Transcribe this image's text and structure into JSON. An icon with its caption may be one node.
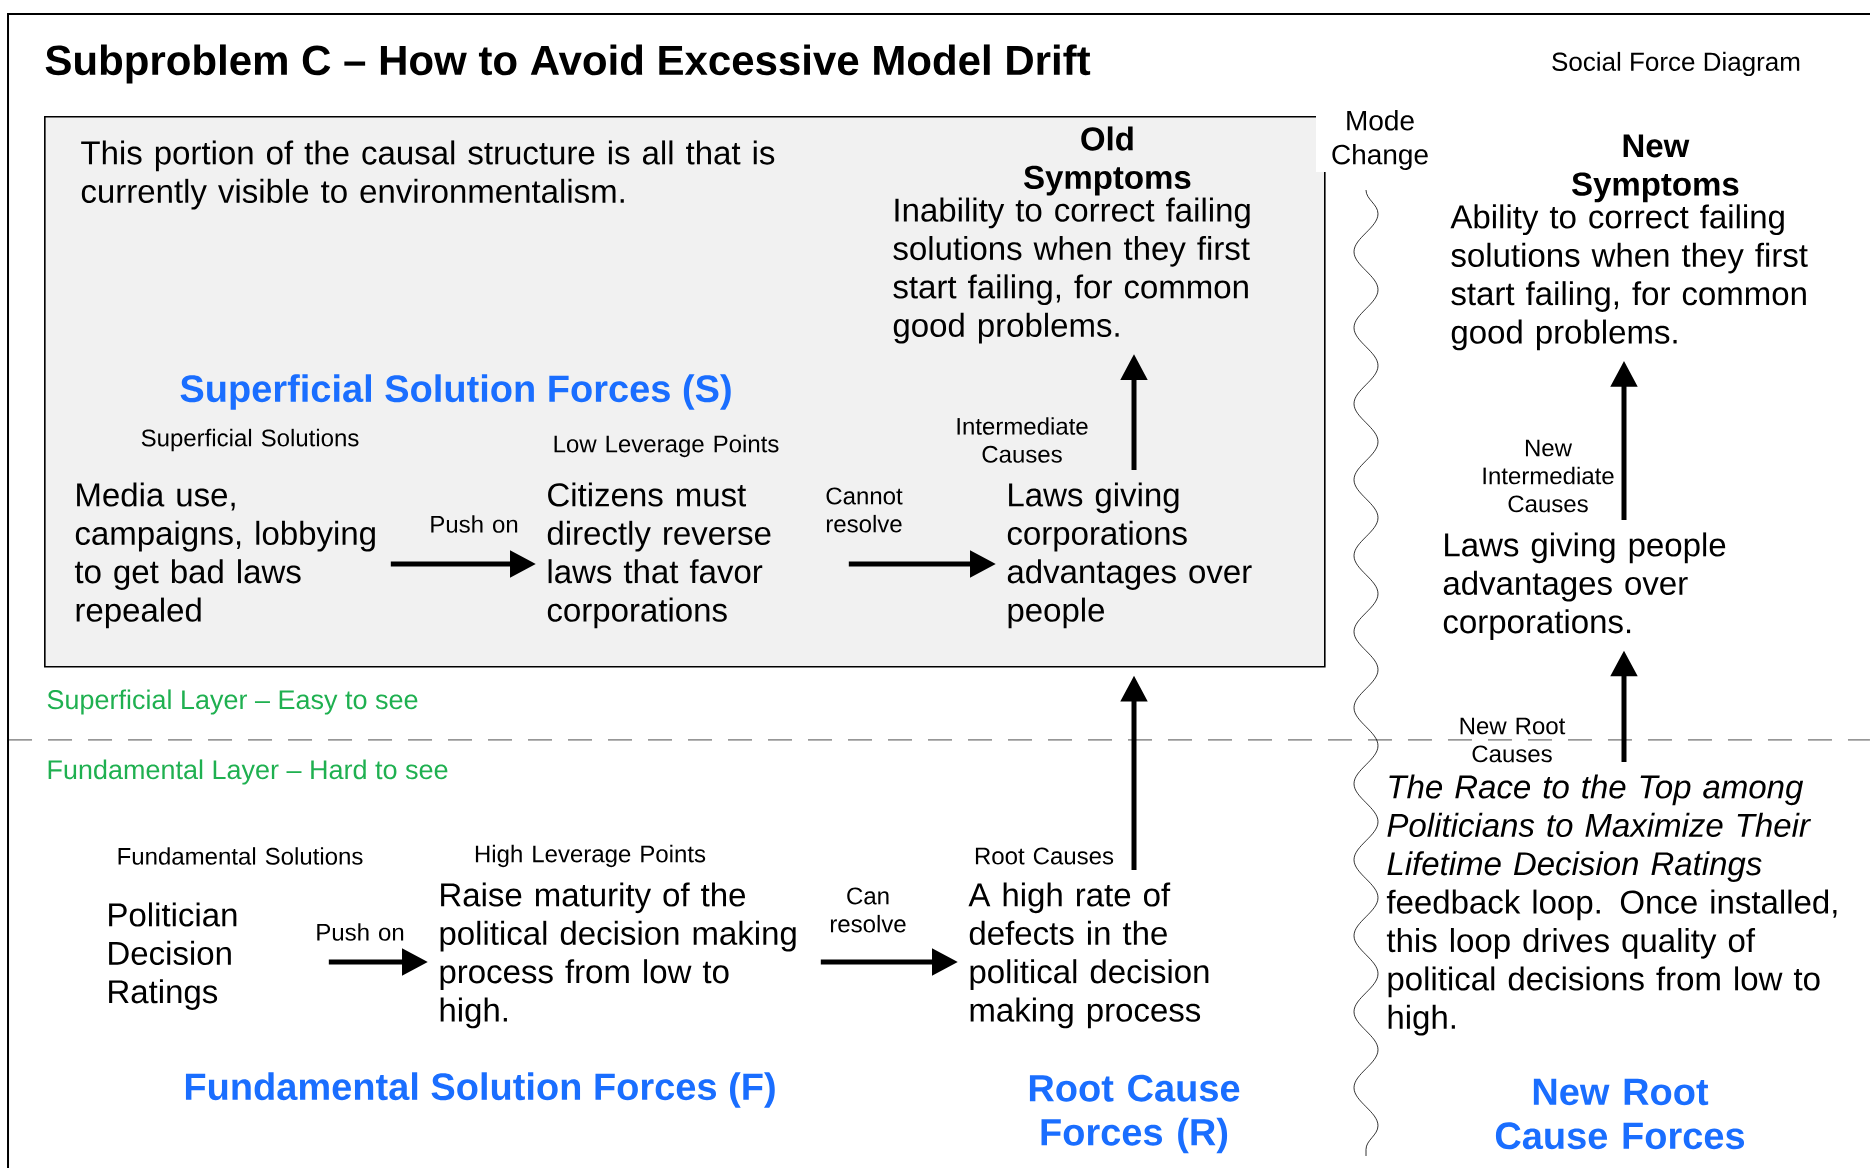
{
  "diagram": {
    "title": "Subproblem C – How to Avoid Excessive Model Drift",
    "nodes": [
      {
        "text": [
          "This portion of the causal structure is all that is currently visible to environmentalism."
        ]
      },
      {
        "text": [
          "Media use, campaigns, lobbying to get bad laws repealed"
        ],
        "in": 0,
        "beside": [
          "Superficial Solutions"
        ]
      },
      {
        "text": [
          "Citizens must directly reverse laws that favor corporations"
        ],
        "in": 0,
        "beside": [
          "Low Leverage Points"
        ]
      },
      {
        "text": [
          "Laws giving corporations advantages over people"
        ],
        "in": 0,
        "beside": [
          "Intermediate Causes"
        ]
      },
      {
        "text": [
          "Old Symptoms",
          "Inability to correct failing solutions when they first start failing, for common good problems."
        ],
        "in": 0
      },
      {
        "text": [
          "Politician Decision Ratings"
        ],
        "beside": [
          "Fundamental Solutions"
        ]
      },
      {
        "text": [
          "Raise maturity of the political decision making process from low to high."
        ],
        "beside": [
          "High Leverage Points"
        ]
      },
      {
        "text": [
          "A high rate of defects in the political decision making process"
        ],
        "beside": [
          "Root Causes"
        ]
      },
      {
        "text": [
          "New Symptoms",
          "Ability to correct failing solutions when they first start failing, for common good problems."
        ]
      },
      {
        "text": [
          "Laws giving people advantages over corporations."
        ],
        "beside": [
          "New Intermediate Causes"
        ]
      },
      {
        "text": [
          "*The Race to the Top among Politicians to Maximize Their Lifetime Decision Ratings* feedback loop. Once installed, this loop drives quality of political decisions from low to high."
        ],
        "beside": [
          "New Root Causes"
        ]
      }
    ],
    "edges": [
      {
        "from": 1,
        "to": 2,
        "arrow": "to",
        "label": "Push on"
      },
      {
        "from": 2,
        "to": 3,
        "arrow": "to",
        "label": "Cannot resolve"
      },
      {
        "from": 3,
        "to": 4,
        "arrow": "to"
      },
      {
        "from": 5,
        "to": 6,
        "arrow": "to",
        "label": "Push on"
      },
      {
        "from": 6,
        "to": 7,
        "arrow": "to",
        "label": "Can resolve"
      },
      {
        "from": 7,
        "to": 0,
        "arrow": "to"
      },
      {
        "from": 10,
        "to": 9,
        "arrow": "to"
      },
      {
        "from": 9,
        "to": 8,
        "arrow": "to"
      }
    ],
    "labels": [
      "Social Force Diagram",
      "Mode Change",
      "Superficial Solution Forces (S)",
      "Superficial Layer – Easy to see",
      "Fundamental Layer – Hard to see",
      "Fundamental Solution Forces (F)",
      "Root Cause Forces (R)",
      "New Root Cause Forces"
    ]
  }
}
